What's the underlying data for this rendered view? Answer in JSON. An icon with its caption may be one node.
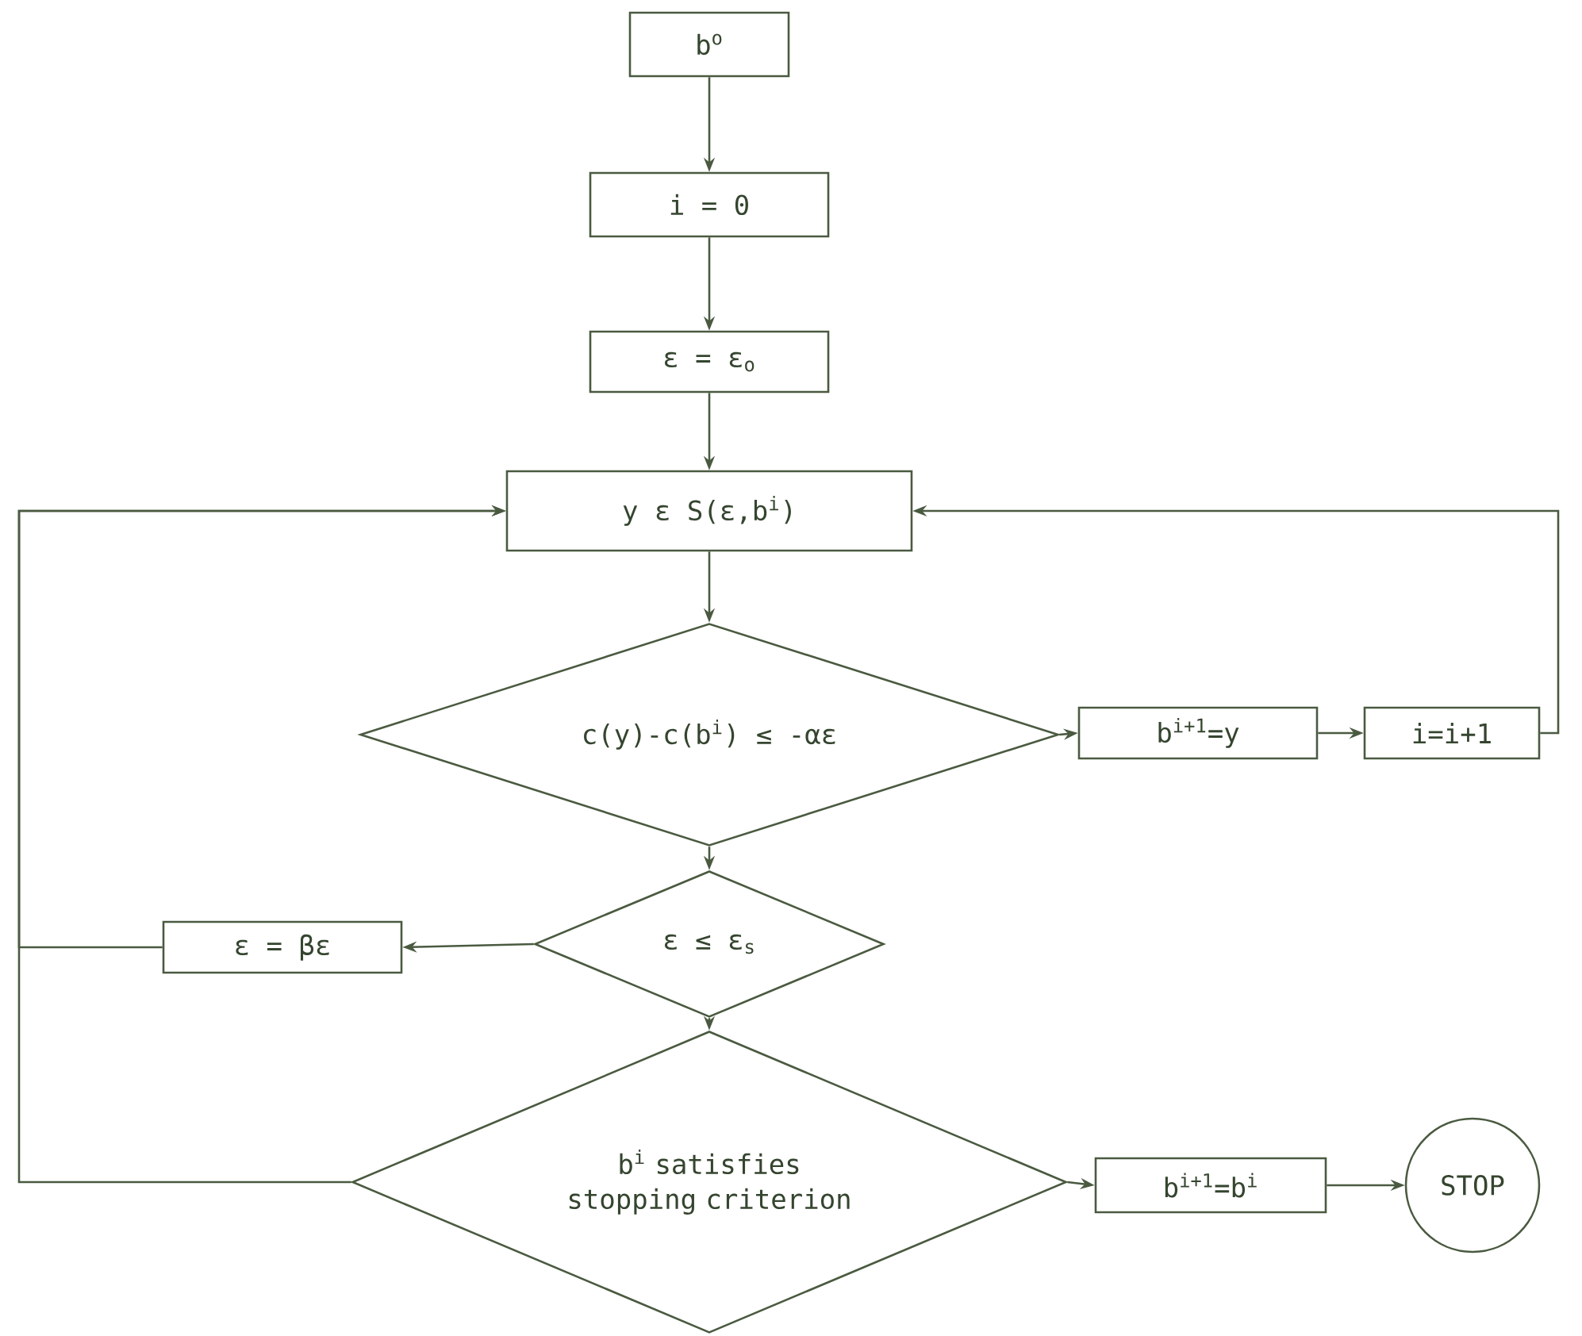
{
  "diagram": {
    "nodes": [
      {
        "text": [
          "b$^{o}$"
        ]
      },
      {
        "text": [
          "i = 0"
        ]
      },
      {
        "text": [
          "ε = ε$_{o}$"
        ]
      },
      {
        "text": [
          "y ε S(ε,b$^{i}$)"
        ]
      },
      {
        "text": [
          "c(y)-c(b$^{i}$) ≤ -αε"
        ]
      },
      {
        "text": [
          "b$^{i+1}$=y"
        ]
      },
      {
        "text": [
          "i=i+1"
        ]
      },
      {
        "text": [
          "ε ≤ ε$_{s}$"
        ]
      },
      {
        "text": [
          "ε = βε"
        ]
      },
      {
        "text": [
          "b$^{i}$ satisfies stopping criterion"
        ]
      },
      {
        "text": [
          "b$^{i+1}$=b$^{i}$"
        ]
      },
      {
        "text": [
          "STOP"
        ]
      }
    ],
    "edges": [
      {
        "from": 0,
        "to": 1,
        "arrow": "to"
      },
      {
        "from": 1,
        "to": 2,
        "arrow": "to"
      },
      {
        "from": 2,
        "to": 3,
        "arrow": "to"
      },
      {
        "from": 3,
        "to": 4,
        "arrow": "to"
      },
      {
        "from": 4,
        "to": 5,
        "arrow": "to"
      },
      {
        "from": 5,
        "to": 6,
        "arrow": "to"
      },
      {
        "from": 6,
        "to": 3,
        "arrow": "to"
      },
      {
        "from": 4,
        "to": 7,
        "arrow": "to"
      },
      {
        "from": 7,
        "to": 8,
        "arrow": "to"
      },
      {
        "from": 8,
        "to": 3,
        "arrow": "to"
      },
      {
        "from": 7,
        "to": 9,
        "arrow": "to"
      },
      {
        "from": 9,
        "to": 3,
        "arrow": "to"
      },
      {
        "from": 9,
        "to": 10,
        "arrow": "to"
      },
      {
        "from": 10,
        "to": 11,
        "arrow": "to"
      }
    ]
  }
}
